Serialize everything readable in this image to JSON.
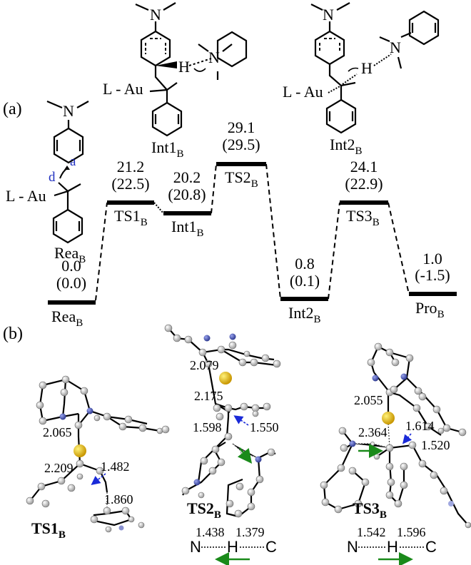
{
  "panel_labels": {
    "a": "(a)",
    "b": "(b)"
  },
  "chart_data": {
    "type": "energy_profile",
    "title": "",
    "states": [
      {
        "name": "Rea",
        "sub": "B",
        "value": "0.0",
        "value2": "(0.0)"
      },
      {
        "name": "TS1",
        "sub": "B",
        "value": "21.2",
        "value2": "(22.5)"
      },
      {
        "name": "Int1",
        "sub": "B",
        "value": "20.2",
        "value2": "(20.8)"
      },
      {
        "name": "TS2",
        "sub": "B",
        "value": "29.1",
        "value2": "(29.5)"
      },
      {
        "name": "Int2",
        "sub": "B",
        "value": "0.8",
        "value2": "(0.1)"
      },
      {
        "name": "TS3",
        "sub": "B",
        "value": "24.1",
        "value2": "(22.9)"
      },
      {
        "name": "Pro",
        "sub": "B",
        "value": "1.0",
        "value2": "(-1.5)"
      }
    ]
  },
  "structures": {
    "rea": {
      "label": "Rea",
      "sub": "B",
      "la": "L",
      "au": "Au",
      "n": "N",
      "site_a": "a",
      "site_d": "d"
    },
    "int1": {
      "label": "Int1",
      "sub": "B",
      "la": "L",
      "au": "Au",
      "n": "N",
      "h": "H"
    },
    "int2": {
      "label": "Int2",
      "sub": "B",
      "la": "L",
      "au": "Au",
      "n": "N",
      "h": "H"
    }
  },
  "geometries": {
    "ts1": {
      "label": "TS1",
      "sub": "B",
      "d1": "2.065",
      "d2": "2.209",
      "d3": "1.482",
      "d4": "1.860"
    },
    "ts2": {
      "label": "TS2",
      "sub": "B",
      "d1": "2.079",
      "d2": "2.175",
      "d3": "1.598",
      "d4": "1.550",
      "nh": "1.438",
      "hc": "1.379",
      "n": "N",
      "h": "H",
      "c": "C"
    },
    "ts3": {
      "label": "TS3",
      "sub": "B",
      "d1": "2.055",
      "d2": "2.364",
      "d3": "1.614",
      "d4": "1.520",
      "nh": "1.542",
      "hc": "1.596",
      "n": "N",
      "h": "H",
      "c": "C"
    }
  },
  "colors": {
    "gold": "#e8b800",
    "nitrogen": "#4a55b0",
    "carbon": "#c8c8c8",
    "arrow_green": "#1a8a1a",
    "arrow_blue": "#1a2ad8",
    "site_label": "#2030c0"
  }
}
